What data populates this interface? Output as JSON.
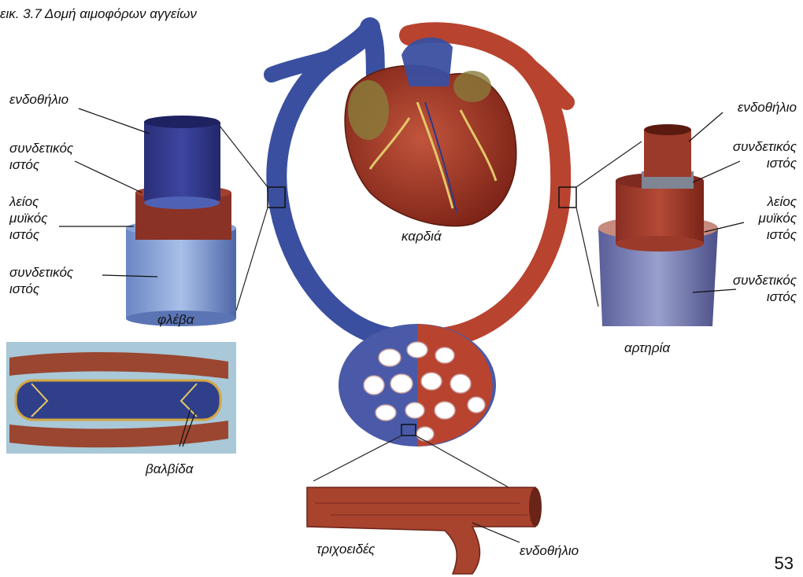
{
  "figure": {
    "title": "εικ. 3.7 Δομή αιμοφόρων αγγείων",
    "page_number": "53"
  },
  "vein_labels": {
    "endothelium": "ενδοθήλιο",
    "connective_inner": "συνδετικός\nιστός",
    "smooth_muscle": "λείος\nμυϊκός\nιστός",
    "connective_outer": "συνδετικός\nιστός",
    "name": "φλέβα"
  },
  "artery_labels": {
    "endothelium": "ενδοθήλιο",
    "connective_inner": "συνδετικός\nιστός",
    "smooth_muscle": "λείος\nμυϊκός\nιστός",
    "connective_outer": "συνδετικός\nιστός",
    "name": "αρτηρία"
  },
  "heart_label": "καρδιά",
  "valve_label": "βαλβίδα",
  "capillary_labels": {
    "name": "τριχοειδές",
    "endothelium": "ενδοθήλιο"
  },
  "colors": {
    "vein_blue": "#3a4fa0",
    "artery_red": "#b8432f",
    "heart_red": "#9e2f22",
    "inset_bg": "#a9c8d8"
  }
}
